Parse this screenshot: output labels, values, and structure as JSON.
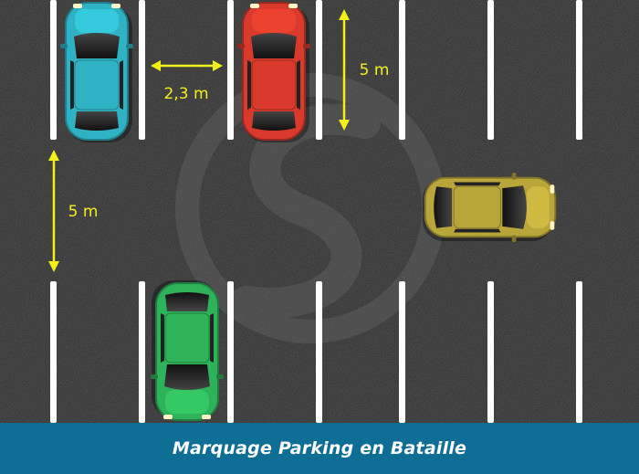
{
  "title": "Marquage Parking en Bataille",
  "dimensions": {
    "space_width": "2,3 m",
    "space_depth": "5 m",
    "aisle_width": "5 m"
  },
  "cars": [
    {
      "name": "blue-car",
      "color": "#2fb3c4",
      "state": "parked"
    },
    {
      "name": "red-car",
      "color": "#d93a2b",
      "state": "parked"
    },
    {
      "name": "green-car",
      "color": "#2fb35a",
      "state": "parked"
    },
    {
      "name": "yellow-car",
      "color": "#b9a63a",
      "state": "maneuvering"
    }
  ],
  "colors": {
    "asphalt": "#5a5a5a",
    "marking": "#ffffff",
    "dimension": "#f2ef1a",
    "banner": "#0e6e96",
    "watermark": "#777777"
  },
  "icons": [
    "dimension-arrow-icon",
    "car-icon",
    "watermark-logo-icon"
  ]
}
